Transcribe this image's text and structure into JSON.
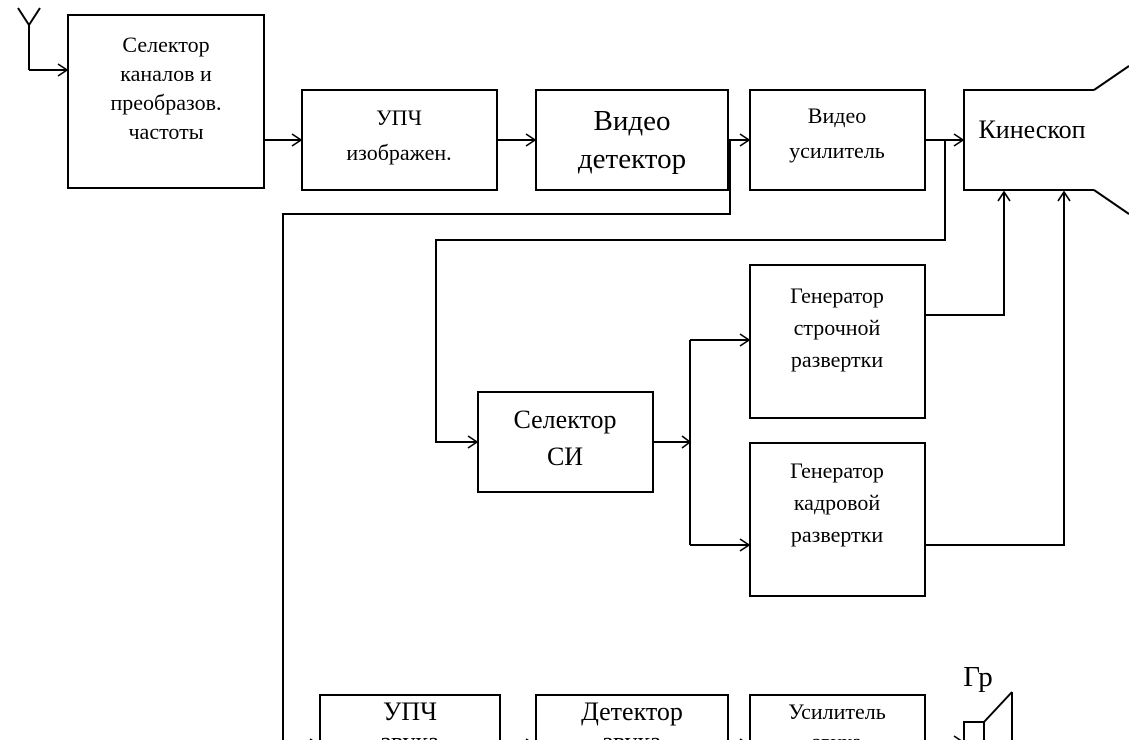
{
  "blocks": {
    "channel_selector": [
      "Селектор",
      "каналов и",
      "преобразов.",
      "частоты"
    ],
    "if_amp_image": [
      "УПЧ",
      "изображен."
    ],
    "video_detector": [
      "Видео",
      "детектор"
    ],
    "video_amplifier": [
      "Видео",
      "усилитель"
    ],
    "kinescope": [
      "Кинескоп"
    ],
    "horizontal_generator": [
      "Генератор",
      "строчной",
      "развертки"
    ],
    "vertical_generator": [
      "Генератор",
      "кадровой",
      "развертки"
    ],
    "sync_selector": [
      "Селектор",
      "СИ"
    ],
    "if_amp_sound": [
      "УПЧ",
      "звука"
    ],
    "sound_detector": [
      "Детектор",
      "звука"
    ],
    "sound_amplifier": [
      "Усилитель",
      "звука"
    ]
  },
  "loudspeaker_label": "Гр"
}
